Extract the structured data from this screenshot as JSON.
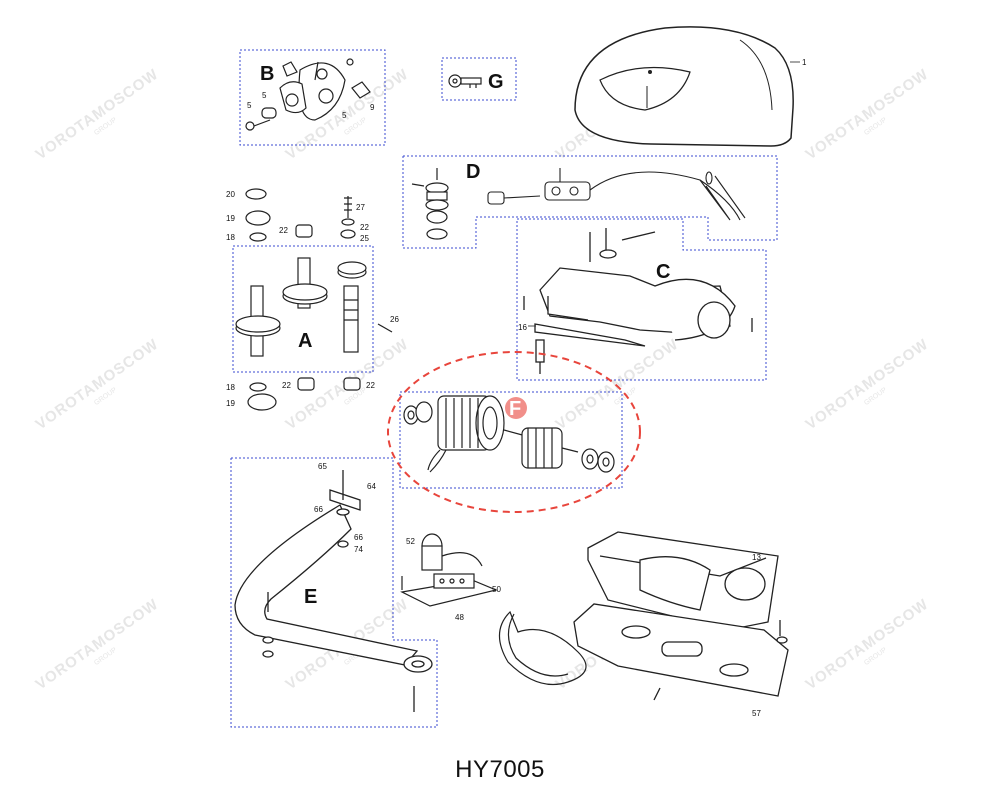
{
  "diagram": {
    "model": "HY7005",
    "groups": {
      "A": "A",
      "B": "B",
      "C": "C",
      "D": "D",
      "E": "E",
      "F": "F",
      "G": "G"
    },
    "callouts": {
      "c1": "1",
      "c5a": "5",
      "c5b": "5",
      "c5c": "5",
      "c9": "9",
      "c20": "20",
      "c19a": "19",
      "c18a": "18",
      "c22a": "22",
      "c27": "27",
      "c22b": "22",
      "c25": "25",
      "c26": "26",
      "c18b": "18",
      "c22c": "22",
      "c22d": "22",
      "c19b": "19",
      "c16": "16",
      "c65": "65",
      "c64": "64",
      "c66a": "66",
      "c66b": "66",
      "c74": "74",
      "c52": "52",
      "c50": "50",
      "c48": "48",
      "c13": "13",
      "c57": "57"
    },
    "highlight_color": "#e8453c",
    "box_color": "#3b4bd0"
  },
  "watermark": {
    "text": "VOROTAMOSCOW",
    "sub": "GROUP"
  }
}
